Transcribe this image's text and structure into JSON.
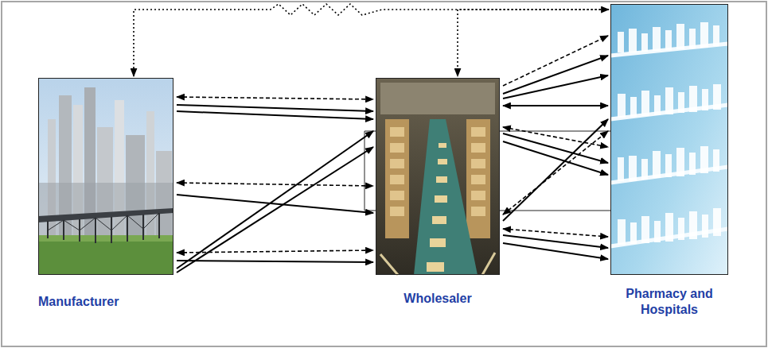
{
  "diagram": {
    "nodes": [
      {
        "text": [
          "Manufacturer"
        ]
      },
      {
        "text": [
          "Wholesaler"
        ]
      },
      {
        "text": [
          "Pharmacy and Hospitals"
        ]
      }
    ],
    "edges": [
      {
        "from": 0,
        "to": 2,
        "arrow": "both"
      },
      {
        "from": 2,
        "to": 1,
        "arrow": "to"
      },
      {
        "from": 0,
        "to": 1,
        "arrow": "both"
      },
      {
        "from": 0,
        "to": 1,
        "arrow": "to"
      },
      {
        "from": 0,
        "to": 1,
        "arrow": "to"
      },
      {
        "from": 0,
        "to": 1,
        "arrow": "both"
      },
      {
        "from": 0,
        "to": 1,
        "arrow": "to"
      },
      {
        "from": 0,
        "to": 1,
        "arrow": "to"
      },
      {
        "from": 0,
        "to": 1,
        "arrow": "to"
      },
      {
        "from": 0,
        "to": 1,
        "arrow": "both"
      },
      {
        "from": 0,
        "to": 1,
        "arrow": "to"
      },
      {
        "from": 1,
        "to": 2,
        "arrow": "to"
      },
      {
        "from": 1,
        "to": 2,
        "arrow": "to"
      },
      {
        "from": 1,
        "to": 2,
        "arrow": "to"
      },
      {
        "from": 1,
        "to": 2,
        "arrow": "both"
      },
      {
        "from": 1,
        "to": 2,
        "arrow": "both"
      },
      {
        "from": 1,
        "to": 2,
        "arrow": "to"
      },
      {
        "from": 1,
        "to": 2,
        "arrow": "to"
      },
      {
        "from": 1,
        "to": 2,
        "arrow": "both"
      },
      {
        "from": 1,
        "to": 2,
        "arrow": "to"
      },
      {
        "from": 1,
        "to": 2,
        "arrow": "both"
      },
      {
        "from": 1,
        "to": 2,
        "arrow": "to"
      },
      {
        "from": 1,
        "to": 2,
        "arrow": "to"
      }
    ]
  }
}
